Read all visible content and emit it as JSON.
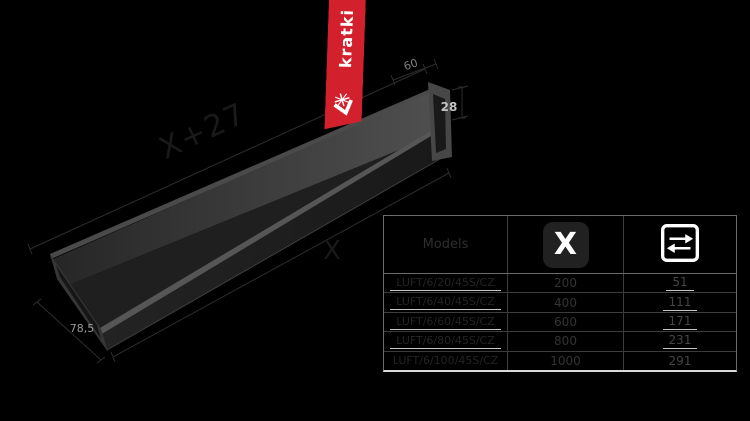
{
  "brand": {
    "ribbon_text": "kratki",
    "accent_red": "#d2212d"
  },
  "diagram": {
    "dim_outer_length": "X+27",
    "dim_inner_length": "X",
    "dim_width": "60",
    "dim_frame_height": "28",
    "dim_depth": "78,5"
  },
  "table": {
    "header": {
      "models_label": "Models",
      "x_symbol": "X"
    },
    "rows": [
      {
        "model": "LUFT/6/20/45S/CZ",
        "x": "200",
        "area": "51"
      },
      {
        "model": "LUFT/6/40/45S/CZ",
        "x": "400",
        "area": "111"
      },
      {
        "model": "LUFT/6/60/45S/CZ",
        "x": "600",
        "area": "171"
      },
      {
        "model": "LUFT/6/80/45S/CZ",
        "x": "800",
        "area": "231"
      },
      {
        "model": "LUFT/6/100/45S/CZ",
        "x": "1000",
        "area": "291"
      }
    ]
  }
}
